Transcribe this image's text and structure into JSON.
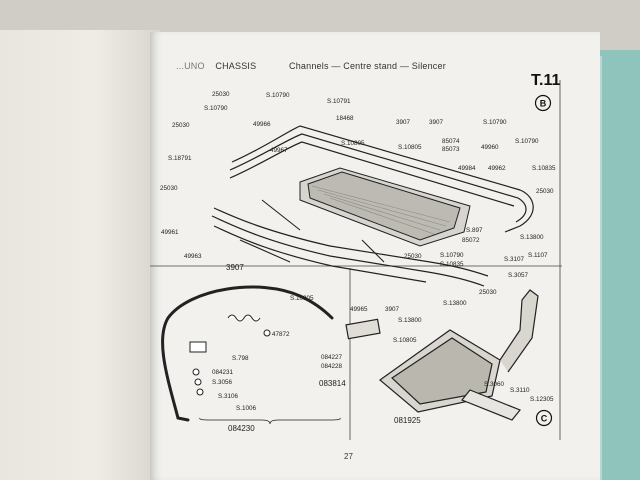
{
  "header": {
    "prefix": "...UNO",
    "section": "CHASSIS",
    "subtitle": "Channels — Centre stand — Silencer"
  },
  "plate_id": "T.11",
  "page_number": "27",
  "sections": [
    {
      "letter": "B"
    },
    {
      "letter": "C"
    }
  ],
  "part_labels": [
    "25030",
    "S.10790",
    "S.10791",
    "18468",
    "3907",
    "3907",
    "S.10790",
    "S.10790",
    "49966",
    "S.10805",
    "S.10805",
    "85074",
    "85073",
    "49960",
    "25030",
    "49967",
    "49984",
    "S.10790",
    "S.18791",
    "49962",
    "S.10835",
    "25030",
    "25030",
    "S.897",
    "49961",
    "S.13800",
    "85072",
    "49963",
    "3907",
    "25030",
    "S.10790",
    "S.10835",
    "S.3107",
    "S.1107",
    "S.3057",
    "S.10805",
    "49965",
    "3907",
    "S.13800",
    "25030",
    "S.13800",
    "S.10805",
    "47872",
    "S.798",
    "084227",
    "084228",
    "084231",
    "S.3056",
    "S.3106",
    "S.1006",
    "083814",
    "S.3060",
    "S.3110",
    "S.12305",
    "081925",
    "084230"
  ]
}
